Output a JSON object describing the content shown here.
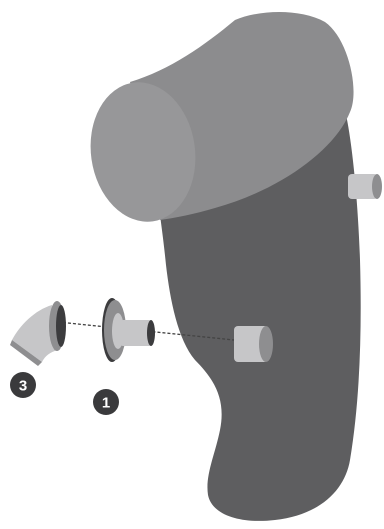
{
  "diagram": {
    "colors": {
      "background": "#ffffff",
      "body": "#5e5e60",
      "hood_top": "#8c8c8e",
      "hood_face": "#979799",
      "fitting_light": "#c6c6c8",
      "fitting_mid": "#8e8e90",
      "fitting_dark": "#3c3c3e",
      "badge": "#3a3a3c",
      "guide_line": "#444444"
    },
    "callouts": [
      {
        "label": "3",
        "part": "elbow-cap"
      },
      {
        "label": "1",
        "part": "flange-connector"
      }
    ]
  }
}
